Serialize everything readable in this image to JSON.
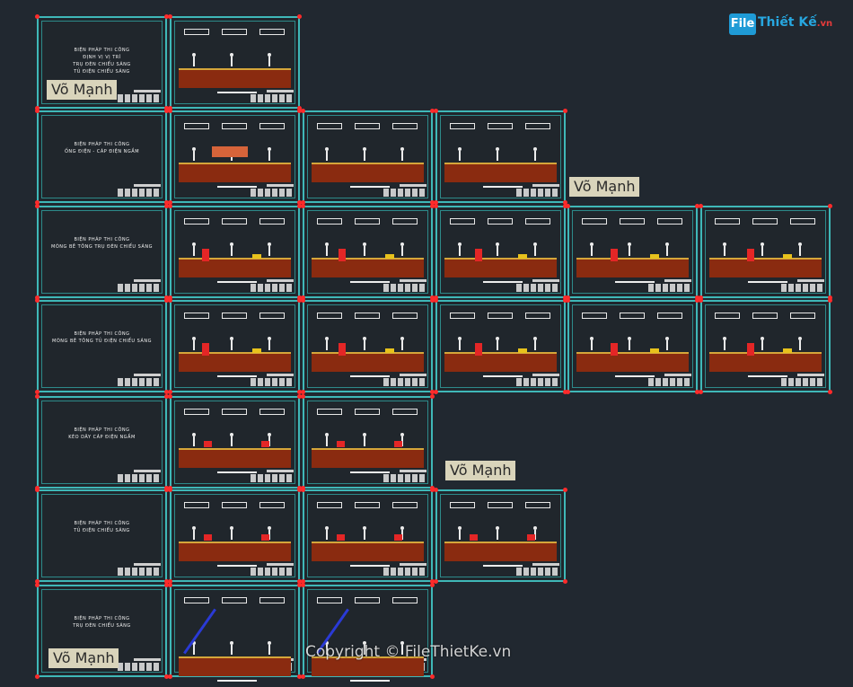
{
  "logo": {
    "box": "File",
    "name": "Thiết Kế",
    "domain": ".vn"
  },
  "watermarks": [
    "Võ Mạnh",
    "Võ Mạnh",
    "Võ Mạnh",
    "Võ Mạnh"
  ],
  "copyright": "Copyright © FileThietKe.vn",
  "title_sheets": [
    [
      "BIỆN PHÁP THI CÔNG",
      "ĐỊNH VỊ VỊ TRÍ",
      "TRỤ ĐÈN CHIẾU SÁNG",
      "TỦ ĐIỆN CHIẾU SÁNG"
    ],
    [
      "BIỆN PHÁP THI CÔNG",
      "ỐNG ĐIỆN - CÁP ĐIỆN NGẦM"
    ],
    [
      "BIỆN PHÁP THI CÔNG",
      "MÓNG BÊ TÔNG TRỤ ĐÈN CHIẾU SÁNG"
    ],
    [
      "BIỆN PHÁP THI CÔNG",
      "MÓNG BÊ TÔNG TỦ ĐIỆN CHIẾU SÁNG"
    ],
    [
      "BIỆN PHÁP THI CÔNG",
      "KÉO DÂY CÁP ĐIỆN NGẦM"
    ],
    [
      "BIỆN PHÁP THI CÔNG",
      "TỦ ĐIỆN CHIẾU SÁNG"
    ],
    [
      "BIỆN PHÁP THI CÔNG",
      "TRỤ ĐÈN CHIẾU SÁNG"
    ]
  ],
  "colors": {
    "sheet_border": "#3fb8b8",
    "background": "#212830",
    "soil": "#8a2b10",
    "accent_red": "#e42626"
  }
}
